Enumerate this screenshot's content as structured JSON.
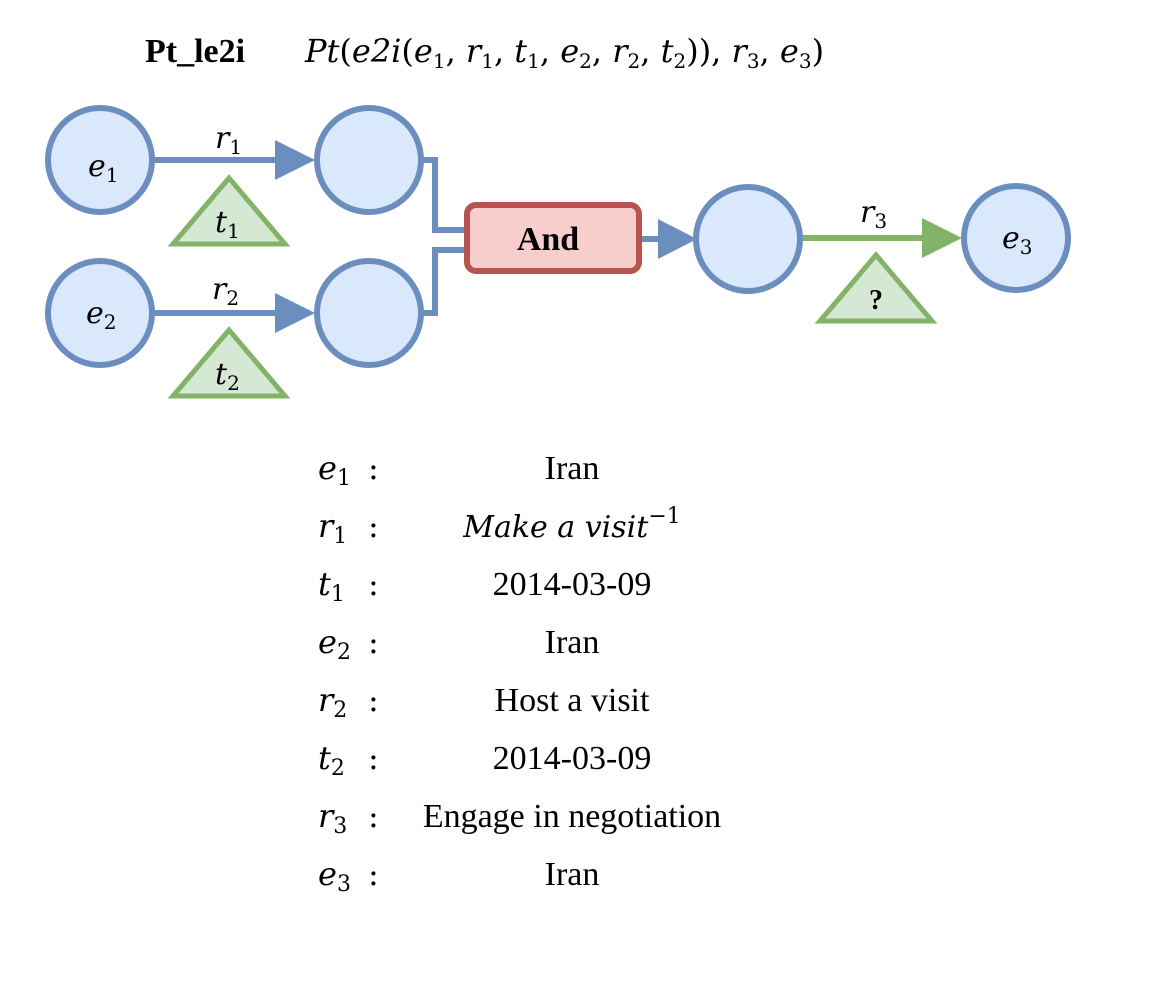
{
  "title": {
    "name": "Pt_le2i",
    "formula_parts": {
      "Pt": "Pt",
      "open1": "(",
      "e2i": "e2i",
      "open2": "(",
      "close_all": ")), ",
      "end": ")"
    }
  },
  "diagram": {
    "nodes": {
      "e1": {
        "var": "e",
        "sub": "1"
      },
      "e2": {
        "var": "e",
        "sub": "2"
      },
      "e3": {
        "var": "e",
        "sub": "3"
      }
    },
    "edges": {
      "r1": {
        "var": "r",
        "sub": "1"
      },
      "r2": {
        "var": "r",
        "sub": "2"
      },
      "r3": {
        "var": "r",
        "sub": "3"
      }
    },
    "time_tags": {
      "t1": {
        "var": "t",
        "sub": "1"
      },
      "t2": {
        "var": "t",
        "sub": "2"
      },
      "q": {
        "text": "?"
      }
    },
    "operator": {
      "label": "And"
    }
  },
  "bindings": [
    {
      "var": "e",
      "sub": "1",
      "value": "Iran",
      "italic": false
    },
    {
      "var": "r",
      "sub": "1",
      "value": "Make a visit",
      "sup": "−1",
      "italic": true
    },
    {
      "var": "t",
      "sub": "1",
      "value": "2014-03-09",
      "italic": false
    },
    {
      "var": "e",
      "sub": "2",
      "value": "Iran",
      "italic": false
    },
    {
      "var": "r",
      "sub": "2",
      "value": "Host a visit",
      "italic": false
    },
    {
      "var": "t",
      "sub": "2",
      "value": "2014-03-09",
      "italic": false
    },
    {
      "var": "r",
      "sub": "3",
      "value": "Engage in negotiation",
      "italic": false
    },
    {
      "var": "e",
      "sub": "3",
      "value": "Iran",
      "italic": false
    }
  ],
  "colors": {
    "node_fill": "#dae8fc",
    "node_stroke": "#6c8ebf",
    "tri_fill": "#d5e8d4",
    "tri_stroke": "#82b366",
    "and_fill": "#f8cecc",
    "and_stroke": "#b85450",
    "green_edge": "#82b366",
    "blue_edge": "#6c8ebf"
  }
}
